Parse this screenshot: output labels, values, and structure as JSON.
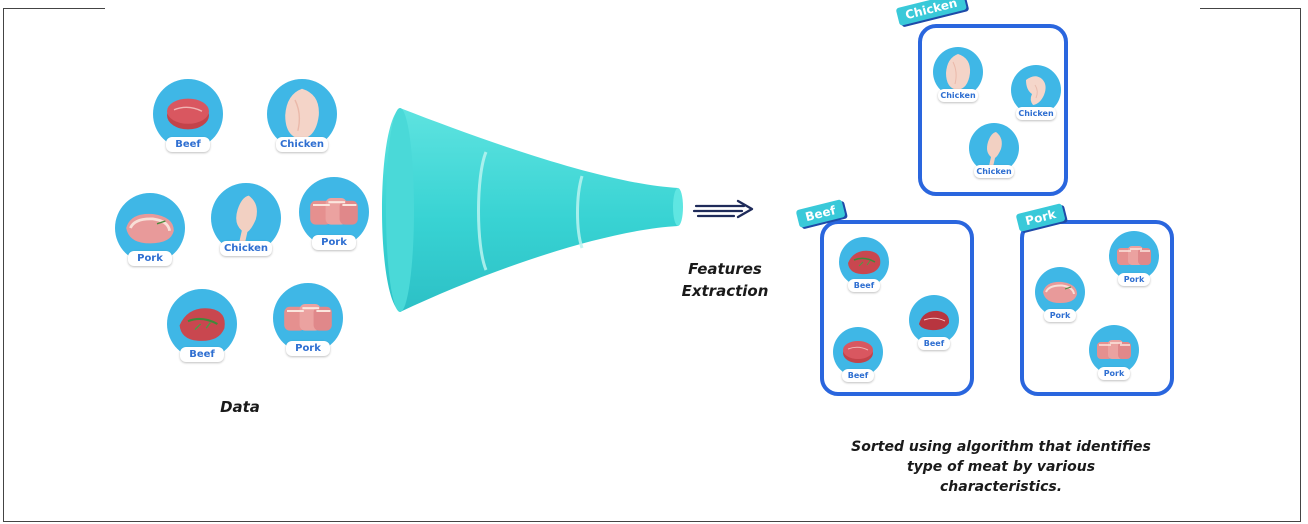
{
  "data_caption": "Data",
  "process_caption_line1": "Features",
  "process_caption_line2": "Extraction",
  "result_caption_line1": "Sorted using algorithm that identifies",
  "result_caption_line2": "type of meat by various",
  "result_caption_line3": "characteristics.",
  "colors": {
    "circle": "#3fb7e6",
    "funnel": "#3ed6d6",
    "box_border": "#2a66de",
    "tag": "#39c9d9",
    "label_text": "#2f6fd1"
  },
  "input_items": [
    {
      "label": "Beef",
      "meat": "beef-steak"
    },
    {
      "label": "Chicken",
      "meat": "chicken-breast"
    },
    {
      "label": "Pork",
      "meat": "pork-chop"
    },
    {
      "label": "Chicken",
      "meat": "chicken-leg"
    },
    {
      "label": "Pork",
      "meat": "pork-chops"
    },
    {
      "label": "Beef",
      "meat": "beef-herb"
    },
    {
      "label": "Pork",
      "meat": "pork-chops"
    }
  ],
  "groups": {
    "chicken": {
      "tag": "Chicken",
      "items": [
        {
          "label": "Chicken",
          "meat": "chicken-breast"
        },
        {
          "label": "Chicken",
          "meat": "chicken-wing"
        },
        {
          "label": "Chicken",
          "meat": "chicken-leg"
        }
      ]
    },
    "beef": {
      "tag": "Beef",
      "items": [
        {
          "label": "Beef",
          "meat": "beef-herb"
        },
        {
          "label": "Beef",
          "meat": "beef-slice"
        },
        {
          "label": "Beef",
          "meat": "beef-steak"
        }
      ]
    },
    "pork": {
      "tag": "Pork",
      "items": [
        {
          "label": "Pork",
          "meat": "pork-chops"
        },
        {
          "label": "Pork",
          "meat": "pork-chop"
        },
        {
          "label": "Pork",
          "meat": "pork-chops"
        }
      ]
    }
  }
}
